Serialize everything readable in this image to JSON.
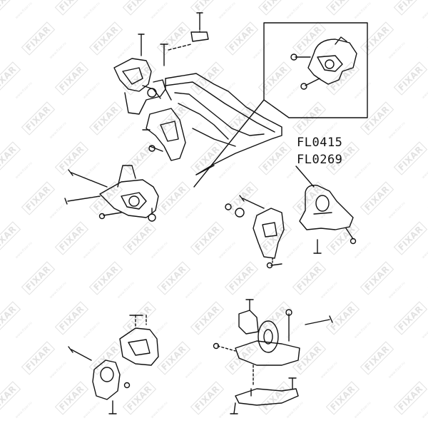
{
  "part_numbers": [
    "FL0415",
    "FL0269"
  ],
  "watermark": {
    "brand": "FIXAR",
    "site": "www.fixar.ru"
  },
  "colors": {
    "line": "#111111",
    "watermark": "#e2e2e2",
    "background": "#ffffff"
  }
}
